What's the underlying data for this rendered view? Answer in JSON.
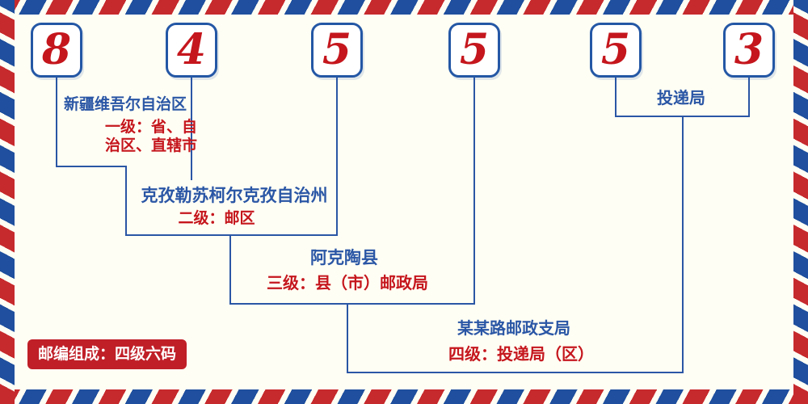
{
  "colors": {
    "accent_red": "#c5161d",
    "accent_blue": "#2a56a5",
    "paper": "#fffef4",
    "badge_red": "#c01f28"
  },
  "digits": [
    "8",
    "4",
    "5",
    "5",
    "5",
    "3"
  ],
  "levels": [
    {
      "name": "新疆维吾尔自治区",
      "desc_lines": [
        "一级：省、自",
        "治区、直辖市"
      ]
    },
    {
      "name": "克孜勒苏柯尔克孜自治州",
      "desc_lines": [
        "二级：邮区"
      ]
    },
    {
      "name": "阿克陶县",
      "desc_lines": [
        "三级：县（市）邮政局"
      ]
    },
    {
      "name": "某某路邮政支局",
      "desc_lines": [
        "四级：投递局（区）"
      ]
    }
  ],
  "delivery_label": "投递局",
  "footer_badge": "邮编组成：四级六码"
}
